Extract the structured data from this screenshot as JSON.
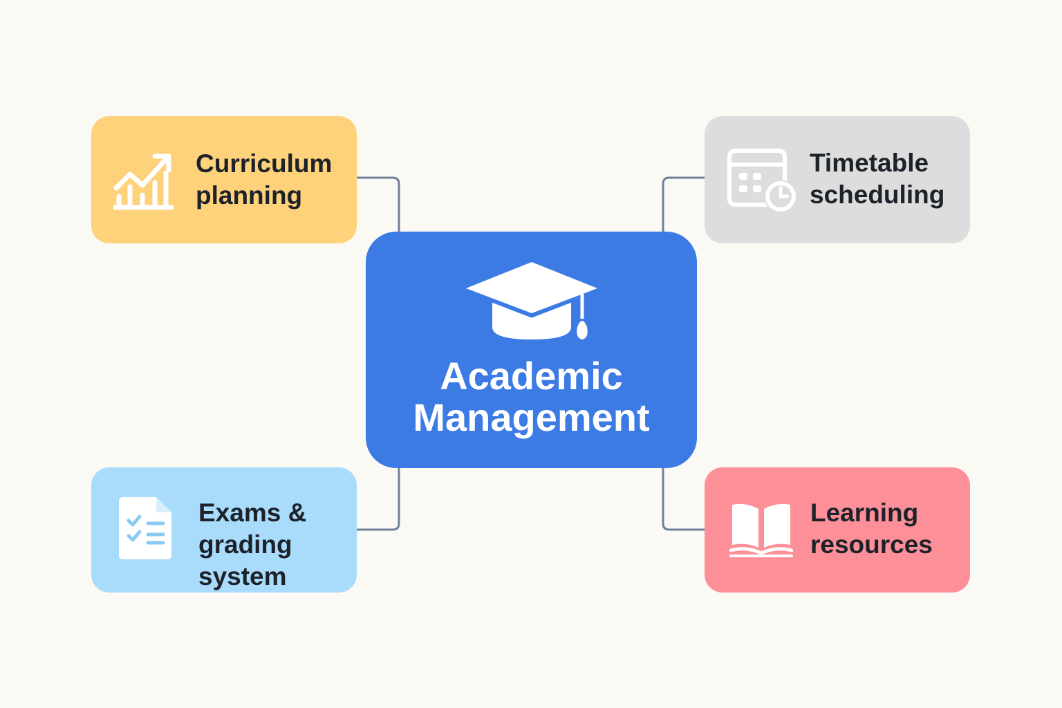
{
  "diagram": {
    "center": {
      "title": "Academic\nManagement",
      "icon": "graduation-cap-icon",
      "color": "#3d7be4"
    },
    "nodes": [
      {
        "id": "curriculum",
        "label": "Curriculum\nplanning",
        "icon": "chart-growth-icon",
        "color": "#fdd27a"
      },
      {
        "id": "timetable",
        "label": "Timetable\nscheduling",
        "icon": "calendar-clock-icon",
        "color": "#dcdddc"
      },
      {
        "id": "exams",
        "label": "Exams &\ngrading\nsystem",
        "icon": "checklist-document-icon",
        "color": "#a9dbfb"
      },
      {
        "id": "learning",
        "label": "Learning\nresources",
        "icon": "open-book-icon",
        "color": "#fc8f97"
      }
    ],
    "connector_color": "#6f7f98"
  }
}
